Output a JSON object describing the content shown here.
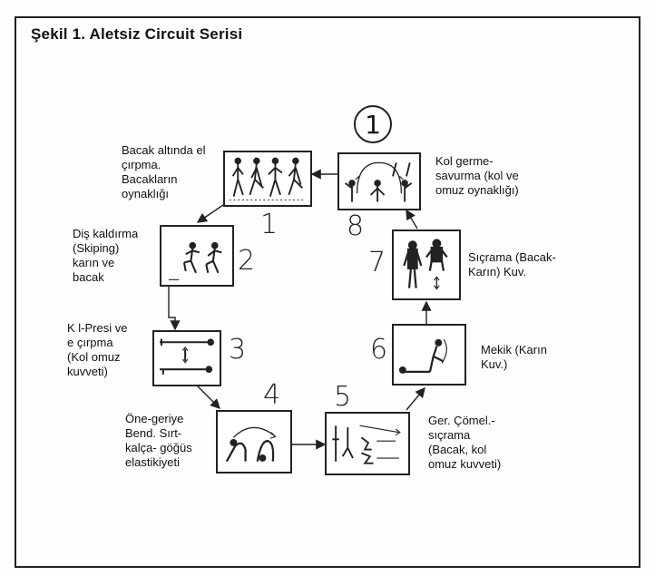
{
  "figure": {
    "title": "Şekil 1. Aletsiz Circuit Serisi",
    "start_marker": "1"
  },
  "stations": [
    {
      "number": "1",
      "label": "Bacak altında el\nçırpma.\nBacakların\noynaklığı",
      "icon": "leg-clap-figures-icon"
    },
    {
      "number": "2",
      "label": "Diş kaldırma\n(Skiping)\nkarın ve\nbacak",
      "icon": "skipping-figures-icon"
    },
    {
      "number": "3",
      "label": "K l-Presi ve\ne  çırpma\n(Kol omuz\nkuvveti)",
      "icon": "arm-press-figures-icon"
    },
    {
      "number": "4",
      "label": "Öne-geriye\nBend. Sırt-\nkalça- göğüs\nelastikiyeti",
      "icon": "bend-figures-icon"
    },
    {
      "number": "5",
      "label": "Ger. Çömel.-\nsıçrama\n(Bacak, kol\nomuz kuvveti)",
      "icon": "squat-jump-figures-icon"
    },
    {
      "number": "6",
      "label": "Mekik (Karın\nKuv.)",
      "icon": "situp-figure-icon"
    },
    {
      "number": "7",
      "label": "Sıçrama (Bacak-\nKarın) Kuv.",
      "icon": "jump-figures-icon"
    },
    {
      "number": "8",
      "label": "Kol germe-\nsavurma (kol ve\nomuz oynaklığı)",
      "icon": "arm-swing-figures-icon"
    }
  ]
}
